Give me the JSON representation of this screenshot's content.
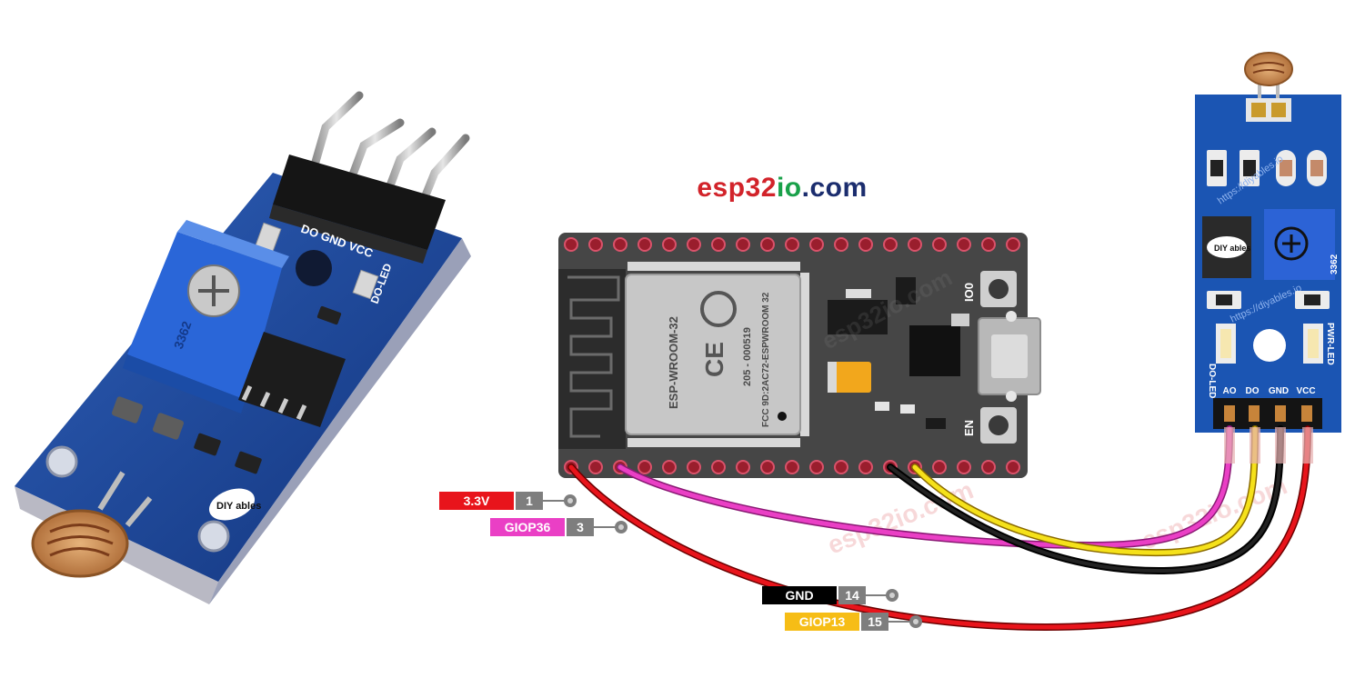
{
  "brand": {
    "part1": "esp32",
    "part2": "io",
    "part3": ".com"
  },
  "esp32": {
    "module_name": "ESP-WROOM-32",
    "cert_line_1": "205 - 000519",
    "cert_line_2": "FCC 9D:2AC72-ESPWROOM 32",
    "button_io0": "IO0",
    "button_en": "EN"
  },
  "sensor_left": {
    "pin_labels": "DO GND VCC",
    "led_label": "DO-LED",
    "pot_code": "3362",
    "logo": "DIY ables"
  },
  "sensor_right": {
    "pins": [
      "AO",
      "DO",
      "GND",
      "VCC"
    ],
    "led_left": "DO-LED",
    "led_right": "PWR-LED",
    "url": "https://diyables.io",
    "pot_code": "3362",
    "logo": "DIY ables"
  },
  "connections": [
    {
      "name": "3.3V",
      "pin": "1",
      "color": "#e8141b"
    },
    {
      "name": "GIOP36",
      "pin": "3",
      "color": "#ea3fc5"
    },
    {
      "name": "GND",
      "pin": "14",
      "color": "#000000"
    },
    {
      "name": "GIOP13",
      "pin": "15",
      "color": "#f6bd16"
    }
  ],
  "watermark": "esp32io.com"
}
